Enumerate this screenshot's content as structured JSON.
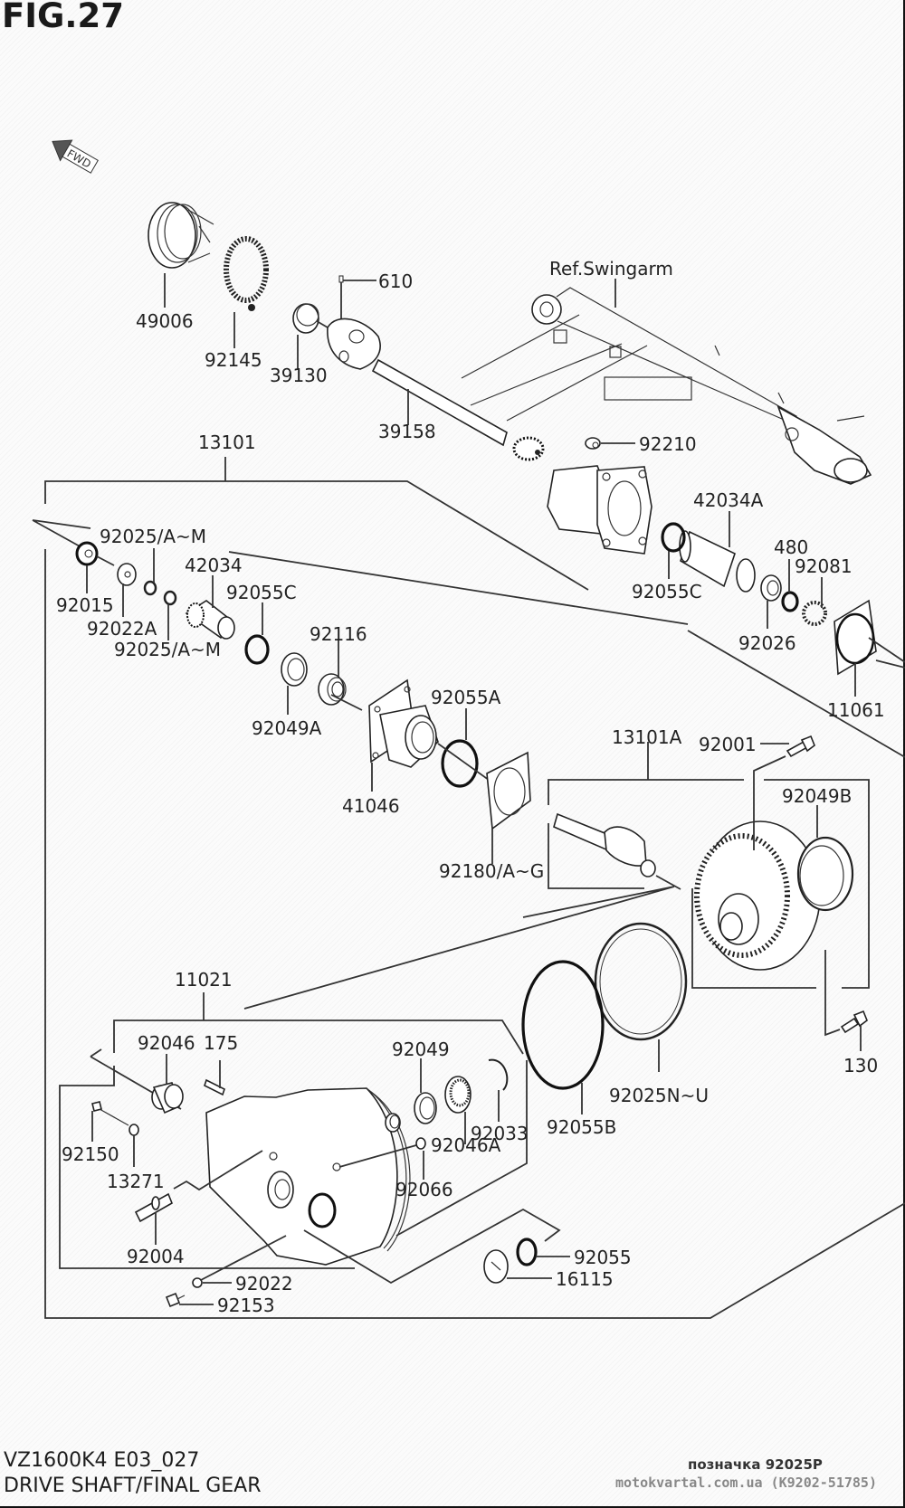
{
  "figure": {
    "title": "FIG.27",
    "model_code": "VZ1600K4 E03_027",
    "description": "DRIVE SHAFT/FINAL GEAR",
    "direction_arrow_label": "FWD",
    "reference_label": "Ref.Swingarm"
  },
  "watermark": {
    "line1": "позначка 92025P",
    "line2": "motokvartal.com.ua (K9202-51785)"
  },
  "assemblies": [
    {
      "id": "13101",
      "label": "13101"
    },
    {
      "id": "13101A",
      "label": "13101A"
    },
    {
      "id": "11021",
      "label": "11021"
    }
  ],
  "callouts": {
    "p49006": "49006",
    "p92145": "92145",
    "p39130": "39130",
    "p610": "610",
    "p39158": "39158",
    "p92210": "92210",
    "p13101": "13101",
    "p92025am_top": "92025/A~M",
    "p92015": "92015",
    "p92022a": "92022A",
    "p92025am_bot": "92025/A~M",
    "p42034": "42034",
    "p92055c_left": "92055C",
    "p92116": "92116",
    "p92049a": "92049A",
    "p41046": "41046",
    "p92055a": "92055A",
    "p92180ag": "92180/A~G",
    "p42034a": "42034A",
    "p92055c_right": "92055C",
    "p480": "480",
    "p92081": "92081",
    "p92026": "92026",
    "p11061": "11061",
    "p13101a": "13101A",
    "p92001": "92001",
    "p92049b": "92049B",
    "p130": "130",
    "p11021": "11021",
    "p92046": "92046",
    "p175": "175",
    "p92049": "92049",
    "p92046a": "92046A",
    "p92033": "92033",
    "p92055b": "92055B",
    "p92025nu": "92025N~U",
    "p92150": "92150",
    "p13271": "13271",
    "p92066": "92066",
    "p92004": "92004",
    "p92022": "92022",
    "p92153": "92153",
    "p92055": "92055",
    "p16115": "16115"
  }
}
